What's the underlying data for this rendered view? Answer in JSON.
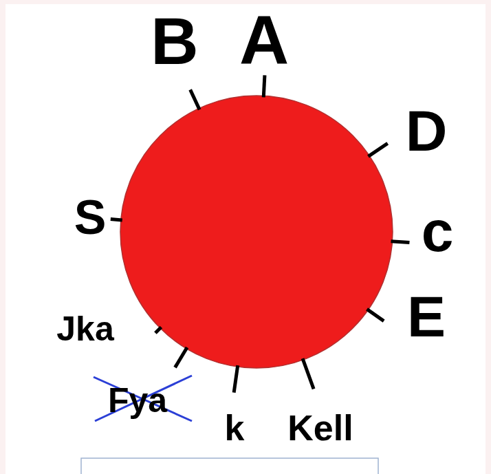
{
  "diagram": {
    "labels": [
      "B",
      "A",
      "D",
      "c",
      "E",
      "Kell",
      "k",
      "Fya",
      "Jka",
      "S"
    ]
  }
}
